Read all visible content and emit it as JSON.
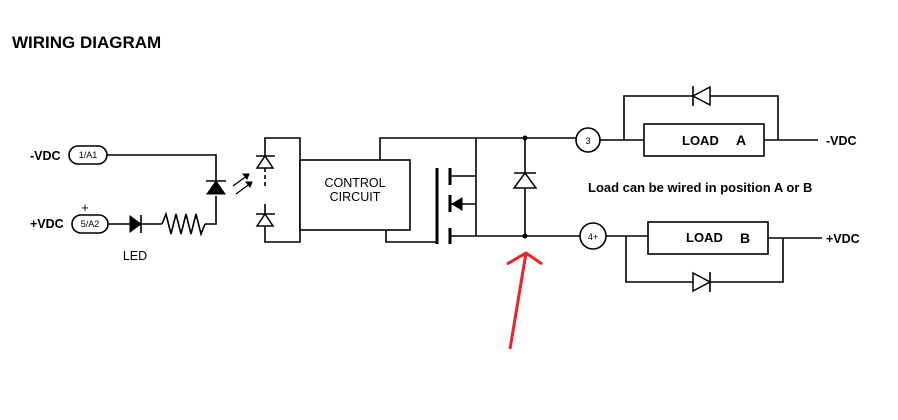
{
  "title": "WIRING DIAGRAM",
  "input": {
    "neg_label": "-VDC",
    "neg_terminal": "1/A1",
    "pos_sign": "+",
    "pos_label": "+VDC",
    "pos_terminal": "5/A2",
    "led_label": "LED"
  },
  "control_circuit": {
    "line1": "CONTROL",
    "line2": "CIRCUIT"
  },
  "output": {
    "terminal_top": "3",
    "terminal_bottom": "4+",
    "load_a_word": "LOAD",
    "load_a_letter": "A",
    "load_b_word": "LOAD",
    "load_b_letter": "B",
    "neg_label": "-VDC",
    "pos_label": "+VDC",
    "note": "Load can be wired in position A or B"
  },
  "annotation": {
    "arrow_color": "#e8232a"
  }
}
